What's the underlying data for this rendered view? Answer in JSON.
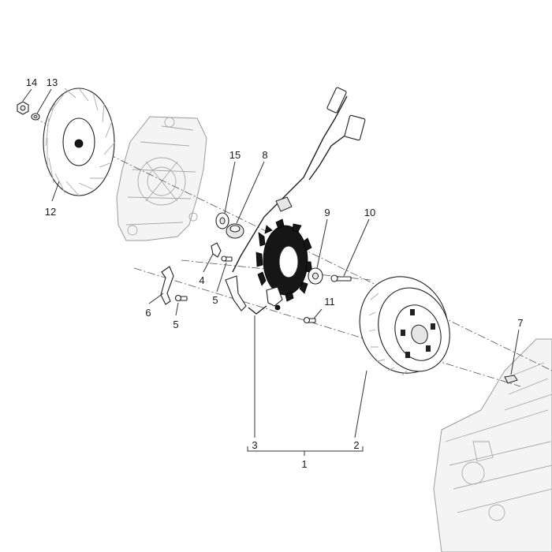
{
  "callouts": [
    {
      "id": "c14",
      "text": "14"
    },
    {
      "id": "c13",
      "text": "13"
    },
    {
      "id": "c12",
      "text": "12"
    },
    {
      "id": "c15",
      "text": "15"
    },
    {
      "id": "c8",
      "text": "8"
    },
    {
      "id": "c9",
      "text": "9"
    },
    {
      "id": "c10",
      "text": "10"
    },
    {
      "id": "c4",
      "text": "4"
    },
    {
      "id": "c5a",
      "text": "5"
    },
    {
      "id": "c6",
      "text": "6"
    },
    {
      "id": "c5b",
      "text": "5"
    },
    {
      "id": "c11",
      "text": "11"
    },
    {
      "id": "c7",
      "text": "7"
    },
    {
      "id": "c3",
      "text": "3"
    },
    {
      "id": "c2",
      "text": "2"
    },
    {
      "id": "c1",
      "text": "1"
    }
  ],
  "parts": [
    {
      "number": "1",
      "icon": "flywheel-assembly-bracket"
    },
    {
      "number": "2",
      "icon": "flywheel-rotor-icon"
    },
    {
      "number": "3",
      "icon": "stator-wiring-icon"
    },
    {
      "number": "4",
      "icon": "clip-icon"
    },
    {
      "number": "5",
      "icon": "screw-icon"
    },
    {
      "number": "6",
      "icon": "bracket-icon"
    },
    {
      "number": "7",
      "icon": "key-icon"
    },
    {
      "number": "8",
      "icon": "grommet-icon"
    },
    {
      "number": "9",
      "icon": "washer-icon"
    },
    {
      "number": "10",
      "icon": "bolt-icon"
    },
    {
      "number": "11",
      "icon": "screw-icon"
    },
    {
      "number": "12",
      "icon": "cooling-fan-icon"
    },
    {
      "number": "13",
      "icon": "washer-icon"
    },
    {
      "number": "14",
      "icon": "nut-icon"
    },
    {
      "number": "15",
      "icon": "spacer-ring-icon"
    }
  ],
  "colors": {
    "line": "#222222",
    "ghost": "#9a9a9a",
    "background": "#ffffff"
  }
}
